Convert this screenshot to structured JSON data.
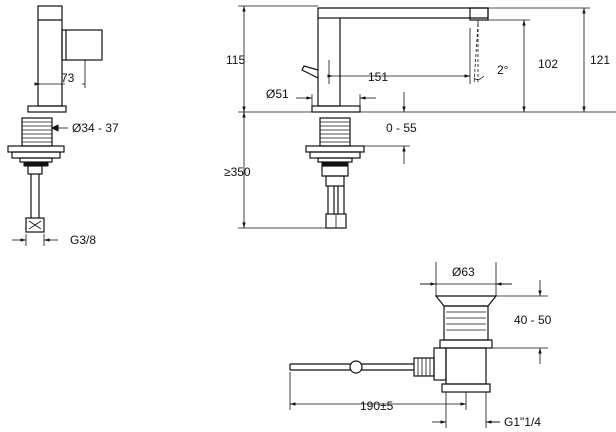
{
  "drawing": {
    "side_view": {
      "dim_depth": "73",
      "dim_hole": "Ø34 - 37",
      "dim_connection": "G3/8"
    },
    "front_view": {
      "dim_spout_height": "115",
      "dim_spout_reach": "151",
      "dim_angle": "2°",
      "dim_outlet_height": "102",
      "dim_total_height": "121",
      "dim_base_diameter": "Ø51",
      "dim_deck_thickness": "0 - 55",
      "dim_hose_length": "≥350"
    },
    "waste_view": {
      "dim_flange_diameter": "Ø63",
      "dim_waste_height": "40 - 50",
      "dim_rod_length": "190±5",
      "dim_thread": "G1\"1/4"
    }
  }
}
